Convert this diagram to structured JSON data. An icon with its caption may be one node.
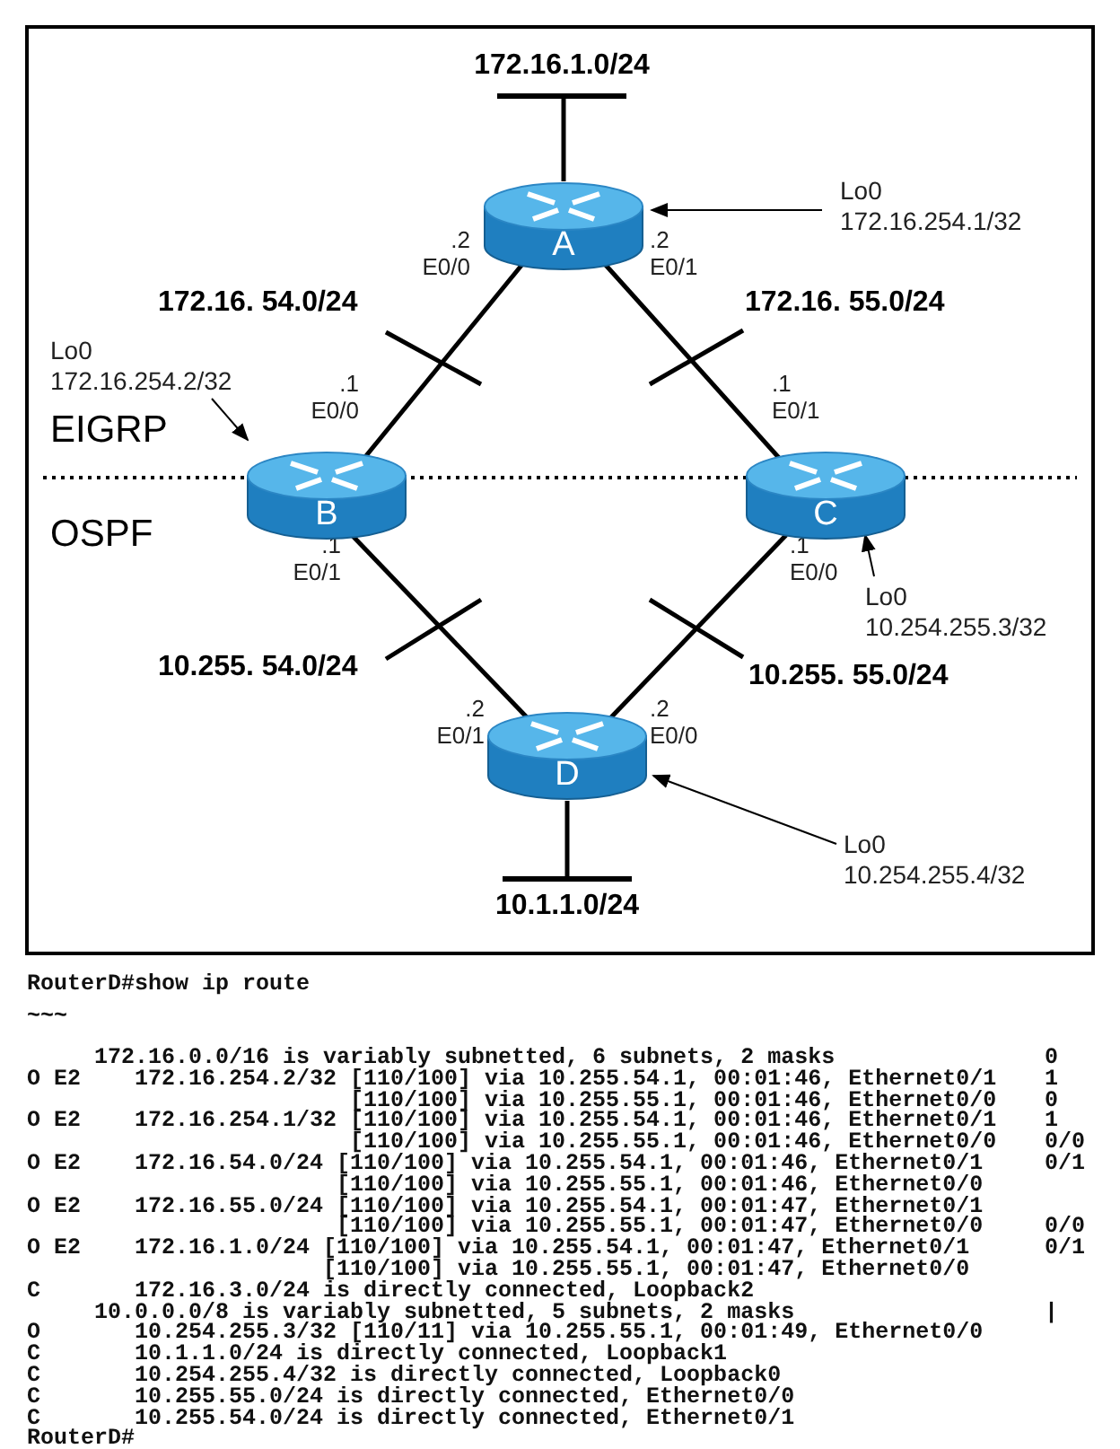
{
  "diagram": {
    "nodes": [
      {
        "text": [
          "172.16.1.0/24"
        ]
      },
      {
        "text": [
          "A"
        ],
        "beside": [
          ".2 E0/0",
          ".2 E0/1"
        ]
      },
      {
        "text": [
          "Lo0 172.16.254.1/32"
        ]
      },
      {
        "text": [
          "Lo0 172.16.254.2/32"
        ]
      },
      {
        "text": [
          "B"
        ],
        "beside": [
          ".1 E0/0",
          ".1 E0/1"
        ]
      },
      {
        "text": [
          "C"
        ],
        "beside": [
          ".1 E0/1",
          ".1 E0/0"
        ]
      },
      {
        "text": [
          "Lo0 10.254.255.3/32"
        ]
      },
      {
        "text": [
          "D"
        ],
        "beside": [
          ".2 E0/1",
          ".2 E0/0"
        ]
      },
      {
        "text": [
          "Lo0 10.254.255.4/32"
        ]
      },
      {
        "text": [
          "10.1.1.0/24"
        ]
      }
    ],
    "edges": [
      {
        "from": 1,
        "to": 0,
        "arrow": "none"
      },
      {
        "from": 1,
        "to": 4,
        "arrow": "none",
        "label": "172.16. 54.0/24"
      },
      {
        "from": 1,
        "to": 5,
        "arrow": "none",
        "label": "172.16. 55.0/24"
      },
      {
        "from": 4,
        "to": 7,
        "arrow": "none",
        "label": "10.255. 54.0/24"
      },
      {
        "from": 5,
        "to": 7,
        "arrow": "none",
        "label": "10.255. 55.0/24"
      },
      {
        "from": 7,
        "to": 9,
        "arrow": "none"
      },
      {
        "from": 2,
        "to": 1,
        "arrow": "to"
      },
      {
        "from": 3,
        "to": 4,
        "arrow": "to"
      },
      {
        "from": 6,
        "to": 5,
        "arrow": "to"
      },
      {
        "from": 8,
        "to": 7,
        "arrow": "to"
      }
    ],
    "labels": [
      "EIGRP",
      "OSPF",
      "RouterD#show ip route",
      "~~~",
      "     172.16.0.0/16 is variably subnetted, 6 subnets, 2 masks",
      "0",
      "O E2    172.16.254.2/32 [110/100] via 10.255.54.1, 00:01:46, Ethernet0/1",
      "1",
      "                        [110/100] via 10.255.55.1, 00:01:46, Ethernet0/0",
      "0",
      "O E2    172.16.254.1/32 [110/100] via 10.255.54.1, 00:01:46, Ethernet0/1",
      "1",
      "                        [110/100] via 10.255.55.1, 00:01:46, Ethernet0/0",
      "0/0",
      "O E2    172.16.54.0/24 [110/100] via 10.255.54.1, 00:01:46, Ethernet0/1",
      "0/1",
      "                       [110/100] via 10.255.55.1, 00:01:46, Ethernet0/0",
      "O E2    172.16.55.0/24 [110/100] via 10.255.54.1, 00:01:47, Ethernet0/1",
      "                       [110/100] via 10.255.55.1, 00:01:47, Ethernet0/0",
      "0/0",
      "O E2    172.16.1.0/24 [110/100] via 10.255.54.1, 00:01:47, Ethernet0/1",
      "0/1",
      "                      [110/100] via 10.255.55.1, 00:01:47, Ethernet0/0",
      "C       172.16.3.0/24 is directly connected, Loopback2",
      "     10.0.0.0/8 is variably subnetted, 5 subnets, 2 masks",
      "|",
      "O       10.254.255.3/32 [110/11] via 10.255.55.1, 00:01:49, Ethernet0/0",
      "C       10.1.1.0/24 is directly connected, Loopback1",
      "C       10.254.255.4/32 is directly connected, Loopback0",
      "C       10.255.55.0/24 is directly connected, Ethernet0/0",
      "C       10.255.54.0/24 is directly connected, Ethernet0/1",
      "RouterD#"
    ]
  }
}
